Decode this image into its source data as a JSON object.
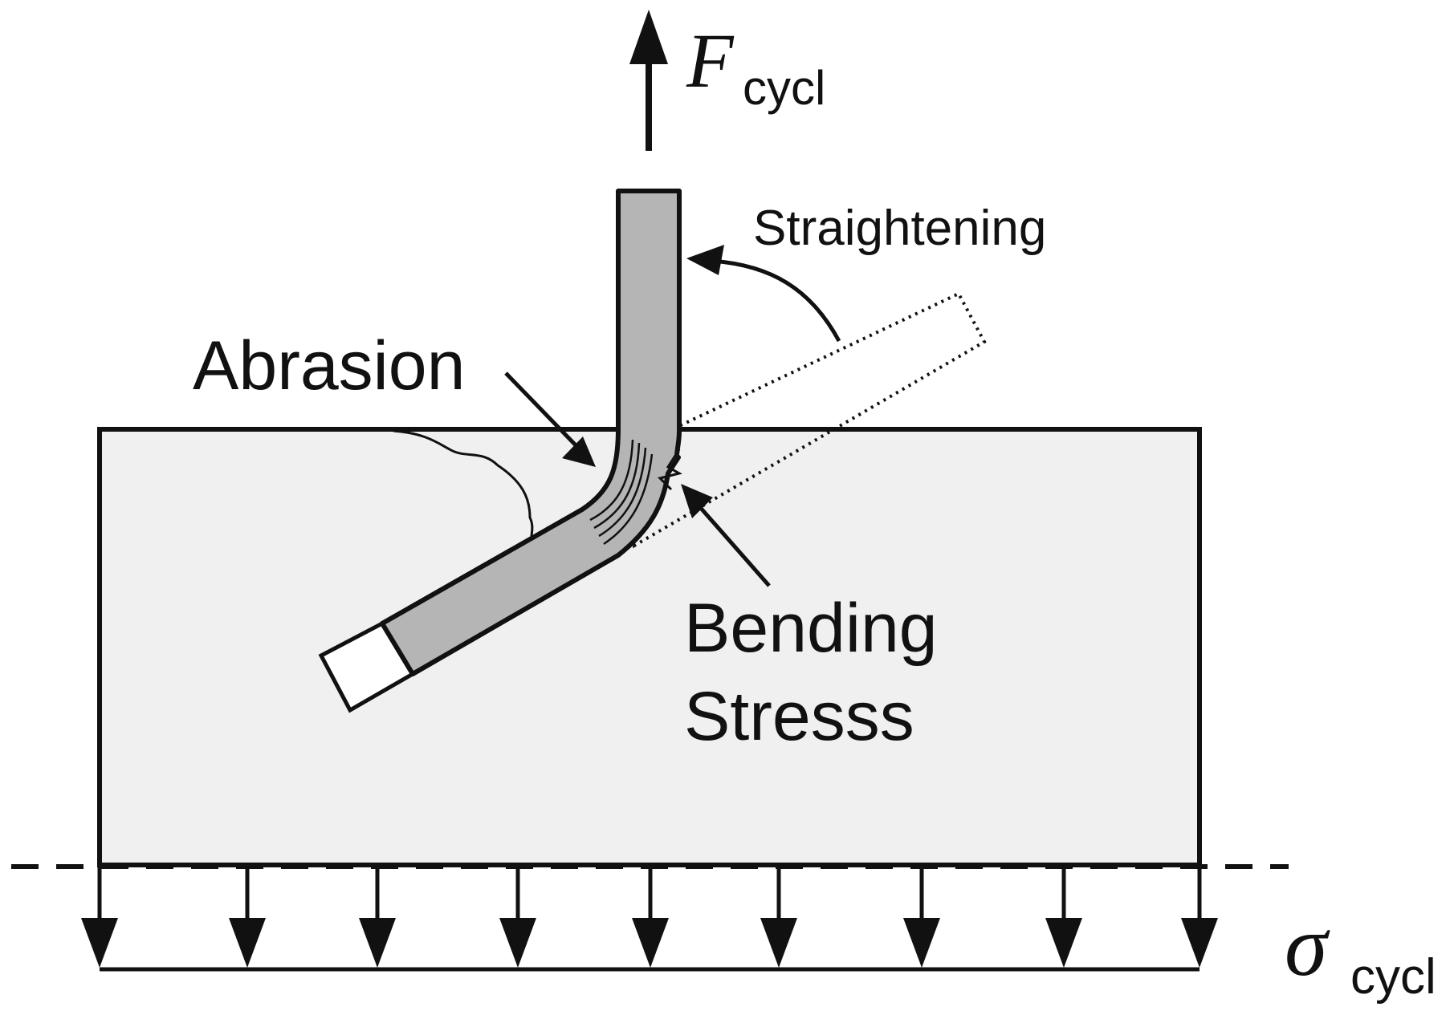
{
  "labels": {
    "force_symbol": "F",
    "force_subscript": "cycl",
    "straightening": "Straightening",
    "abrasion": "Abrasion",
    "bending_line1": "Bending",
    "bending_line2": "Stresss",
    "stress_symbol": "σ",
    "stress_subscript": "cycl"
  },
  "colors": {
    "stroke": "#111111",
    "matrix_fill": "#f0f0f0",
    "fiber_fill": "#b5b5b5",
    "background": "#ffffff"
  },
  "load_arrow_count": 9
}
